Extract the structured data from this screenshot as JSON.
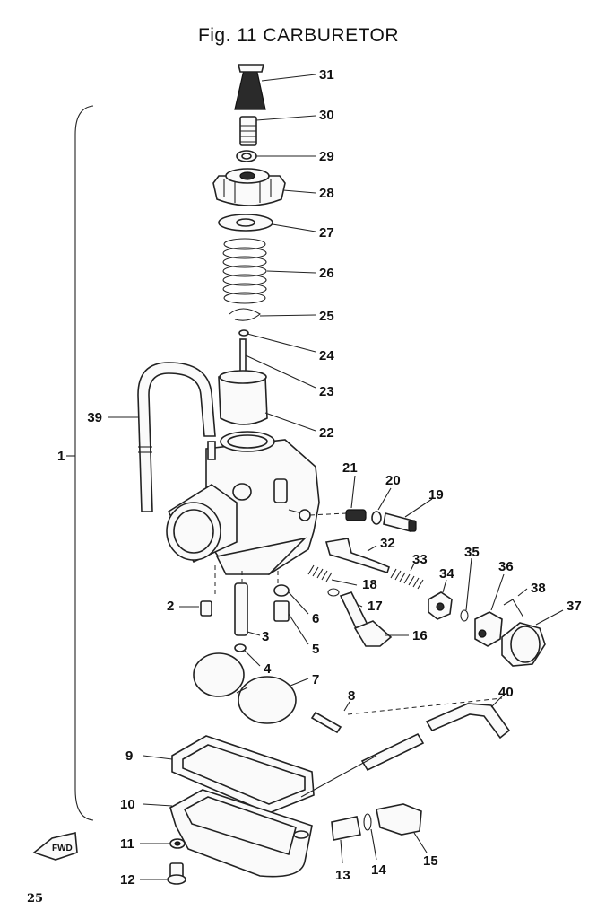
{
  "title": "Fig. 11  CARBURETOR",
  "page_number": "25",
  "fwd_label": "FWD",
  "bracket_label": "1",
  "callouts": [
    "31",
    "30",
    "29",
    "28",
    "27",
    "26",
    "25",
    "24",
    "23",
    "22",
    "39",
    "21",
    "20",
    "19",
    "32",
    "33",
    "34",
    "35",
    "36",
    "38",
    "37",
    "18",
    "17",
    "16",
    "2",
    "6",
    "5",
    "3",
    "4",
    "7",
    "8",
    "40",
    "9",
    "10",
    "11",
    "12",
    "13",
    "14",
    "15"
  ]
}
